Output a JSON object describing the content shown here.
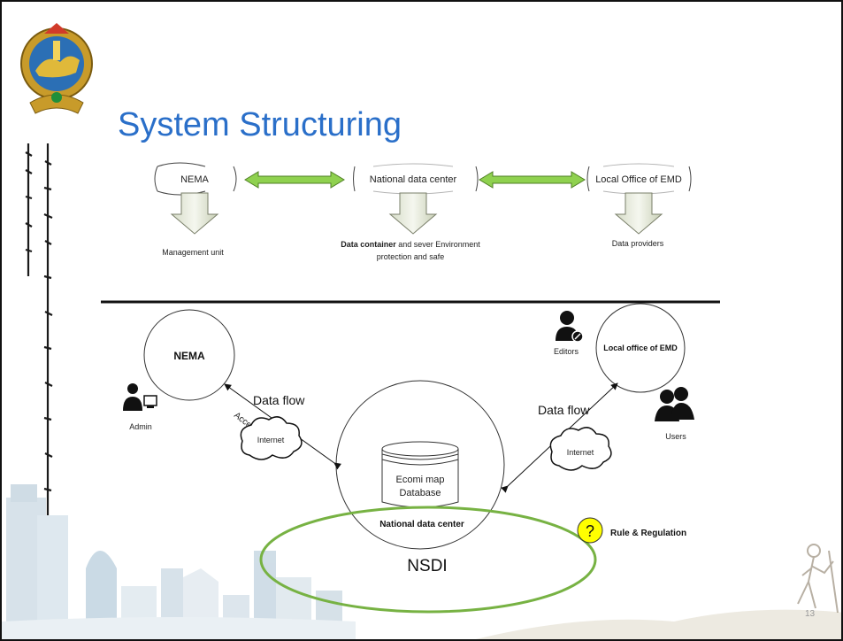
{
  "slide": {
    "title": "System Structuring",
    "page_number": "13"
  },
  "top_diagram": {
    "nodes": [
      {
        "label": "NEMA",
        "description": [
          "Management unit"
        ]
      },
      {
        "label": "National data center",
        "description_bold": "Data container",
        "description": [
          " and sever Environment",
          "protection and safe"
        ]
      },
      {
        "label": "Local Office of EMD",
        "description": [
          "Data providers"
        ]
      }
    ]
  },
  "bottom_diagram": {
    "nema_label": "NEMA",
    "admin_label": "Admin",
    "access_label": "Access",
    "data_flow_left": "Data flow",
    "data_flow_right": "Data flow",
    "internet_left": "Internet",
    "internet_right": "Internet",
    "database_line1": "Ecomi map",
    "database_line2": "Database",
    "ndc_label": "National data center",
    "local_office_label": "Local office of EMD",
    "editors_label": "Editors",
    "users_label": "Users",
    "nsdi_label": "NSDI",
    "rule_label": "Rule & Regulation",
    "question_mark": "?"
  },
  "colors": {
    "title": "#2a6fc9",
    "green_arrow": "#8fd14f",
    "nsdi_ellipse": "#77b243",
    "question_circle": "#ffff00",
    "mongolian_text": "#1a1a1a"
  },
  "icons": [
    "emblem-icon",
    "admin-user-icon",
    "editor-user-icon",
    "users-group-icon",
    "cloud-icon",
    "database-icon",
    "city-skyline-decoration",
    "climber-decoration"
  ]
}
